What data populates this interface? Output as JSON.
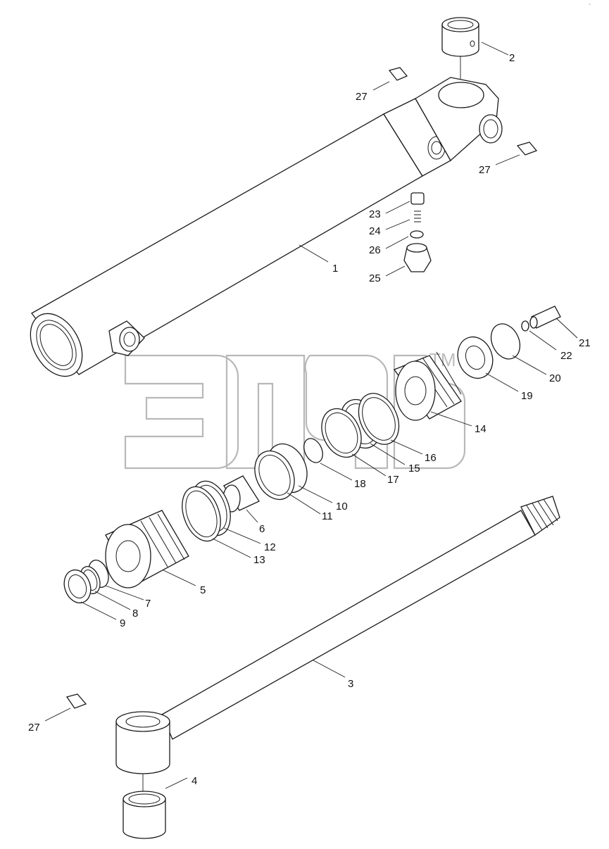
{
  "watermark": {
    "trademark": "TM"
  },
  "corner_code": "~",
  "callouts": {
    "c1": "1",
    "c2": "2",
    "c3": "3",
    "c4": "4",
    "c5": "5",
    "c6": "6",
    "c7": "7",
    "c8": "8",
    "c9": "9",
    "c10": "10",
    "c11": "11",
    "c12": "12",
    "c13": "13",
    "c14": "14",
    "c15": "15",
    "c16": "16",
    "c17": "17",
    "c18": "18",
    "c19": "19",
    "c20": "20",
    "c21": "21",
    "c22": "22",
    "c23": "23",
    "c24": "24",
    "c25": "25",
    "c26": "26",
    "c27a": "27",
    "c27b": "27",
    "c27c": "27"
  }
}
